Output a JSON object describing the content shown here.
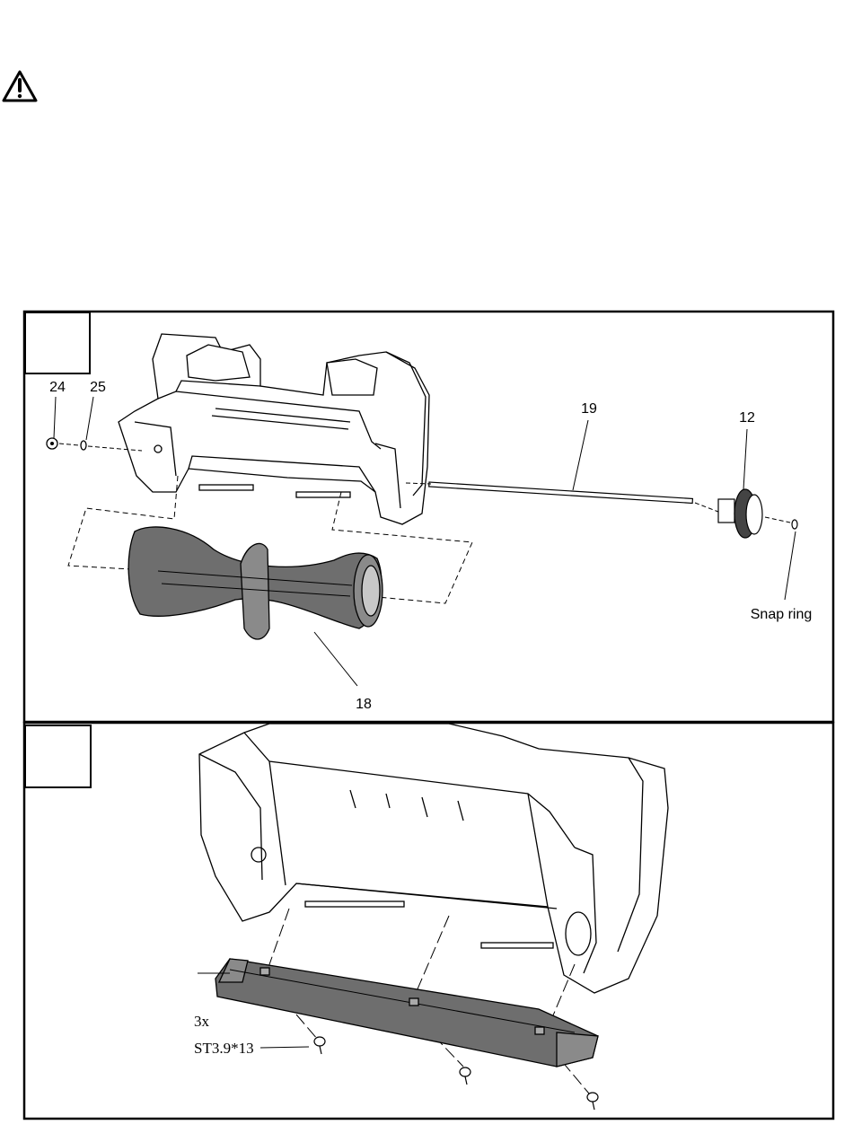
{
  "warning": {
    "icon": "warning-triangle-icon"
  },
  "panel_a": {
    "labels": {
      "p24": "24",
      "p25": "25",
      "p19": "19",
      "p12": "12",
      "p18": "18",
      "snap_ring": "Snap ring"
    }
  },
  "panel_b": {
    "screw_qty": "3x",
    "screw_spec": "ST3.9*13"
  },
  "colors": {
    "line": "#000000",
    "part_fill": "#6e6e6e",
    "part_fill_light": "#8a8a8a"
  }
}
